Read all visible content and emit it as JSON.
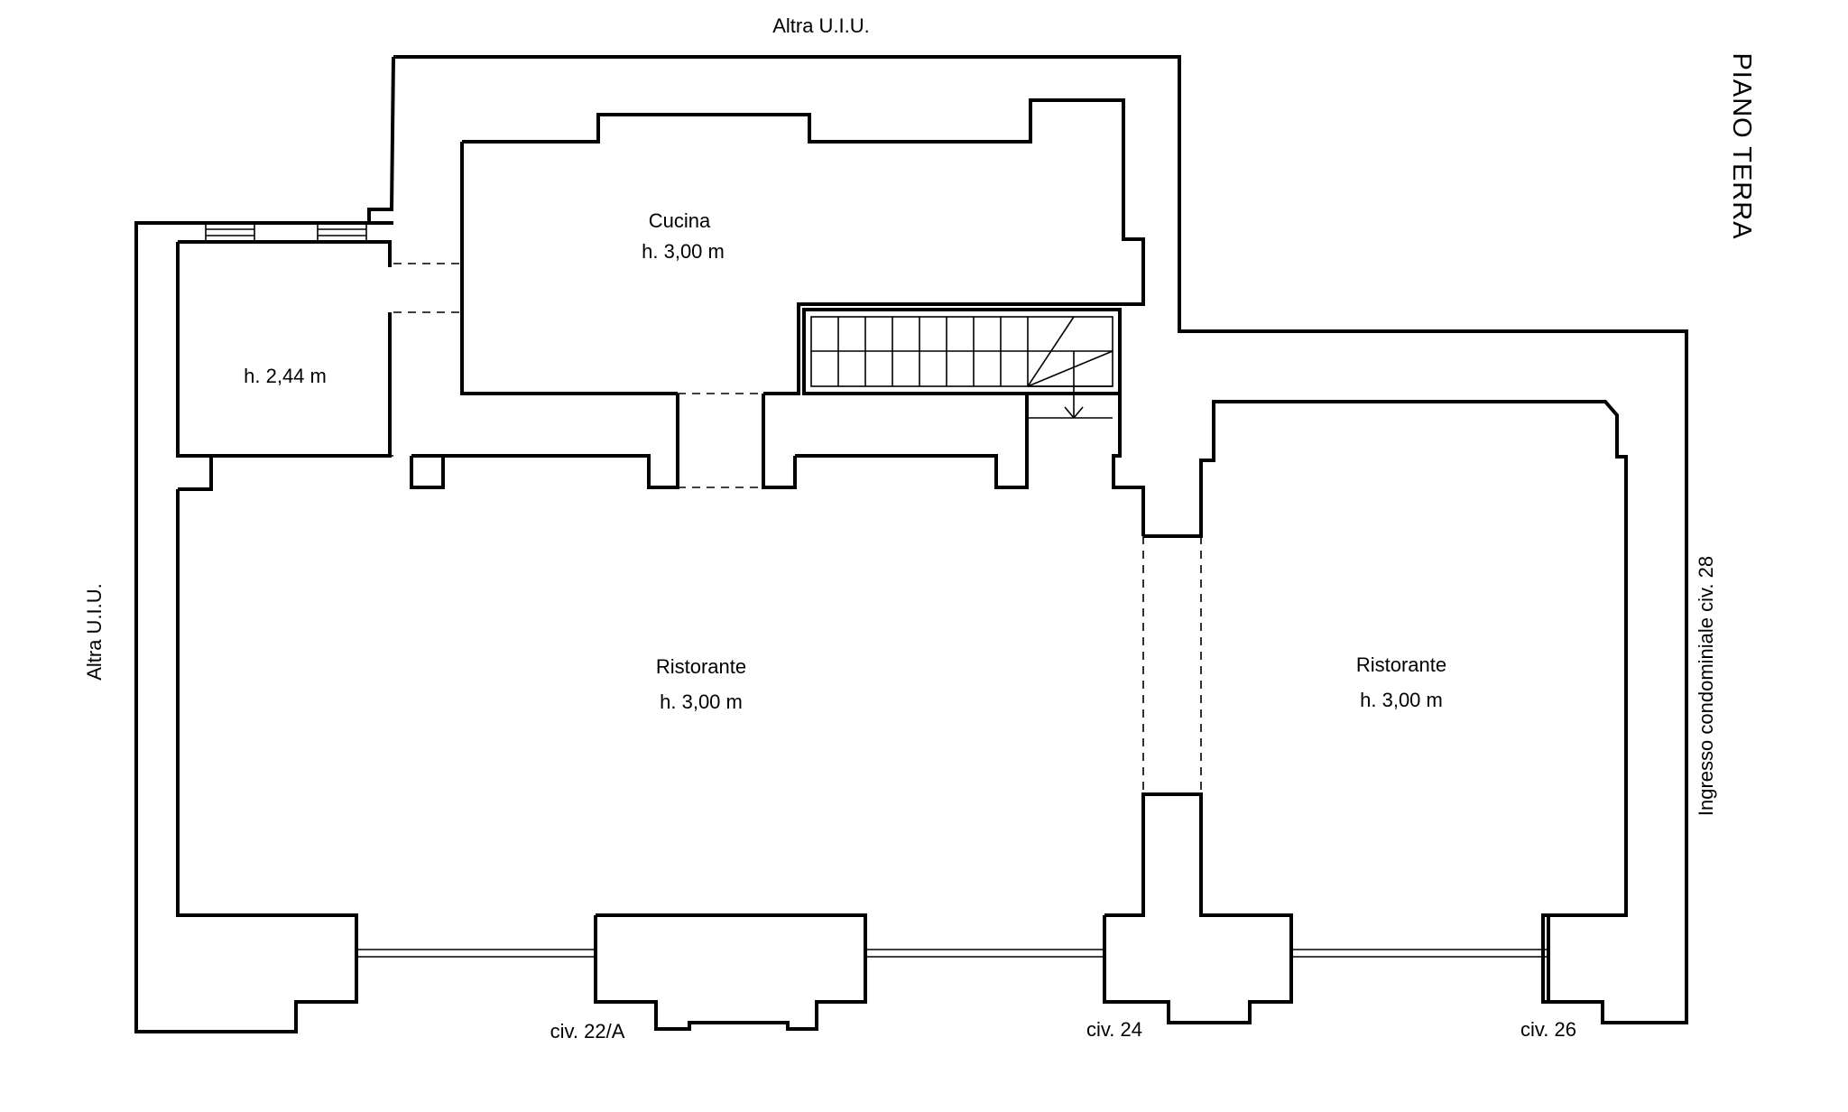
{
  "plan": {
    "floor_title": "PIANO TERRA",
    "neighbor_top": "Altra U.I.U.",
    "neighbor_left": "Altra U.I.U.",
    "entrance_right": "Ingresso condominiale civ. 28",
    "rooms": {
      "cucina_name": "Cucina",
      "cucina_height": "h. 3,00 m",
      "small_room_height": "h. 2,44 m",
      "ristorante_left_name": "Ristorante",
      "ristorante_left_height": "h. 3,00 m",
      "ristorante_right_name": "Ristorante",
      "ristorante_right_height": "h. 3,00 m"
    },
    "street_numbers": {
      "civ_22a": "civ. 22/A",
      "civ_24": "civ. 24",
      "civ_26": "civ. 26"
    }
  }
}
